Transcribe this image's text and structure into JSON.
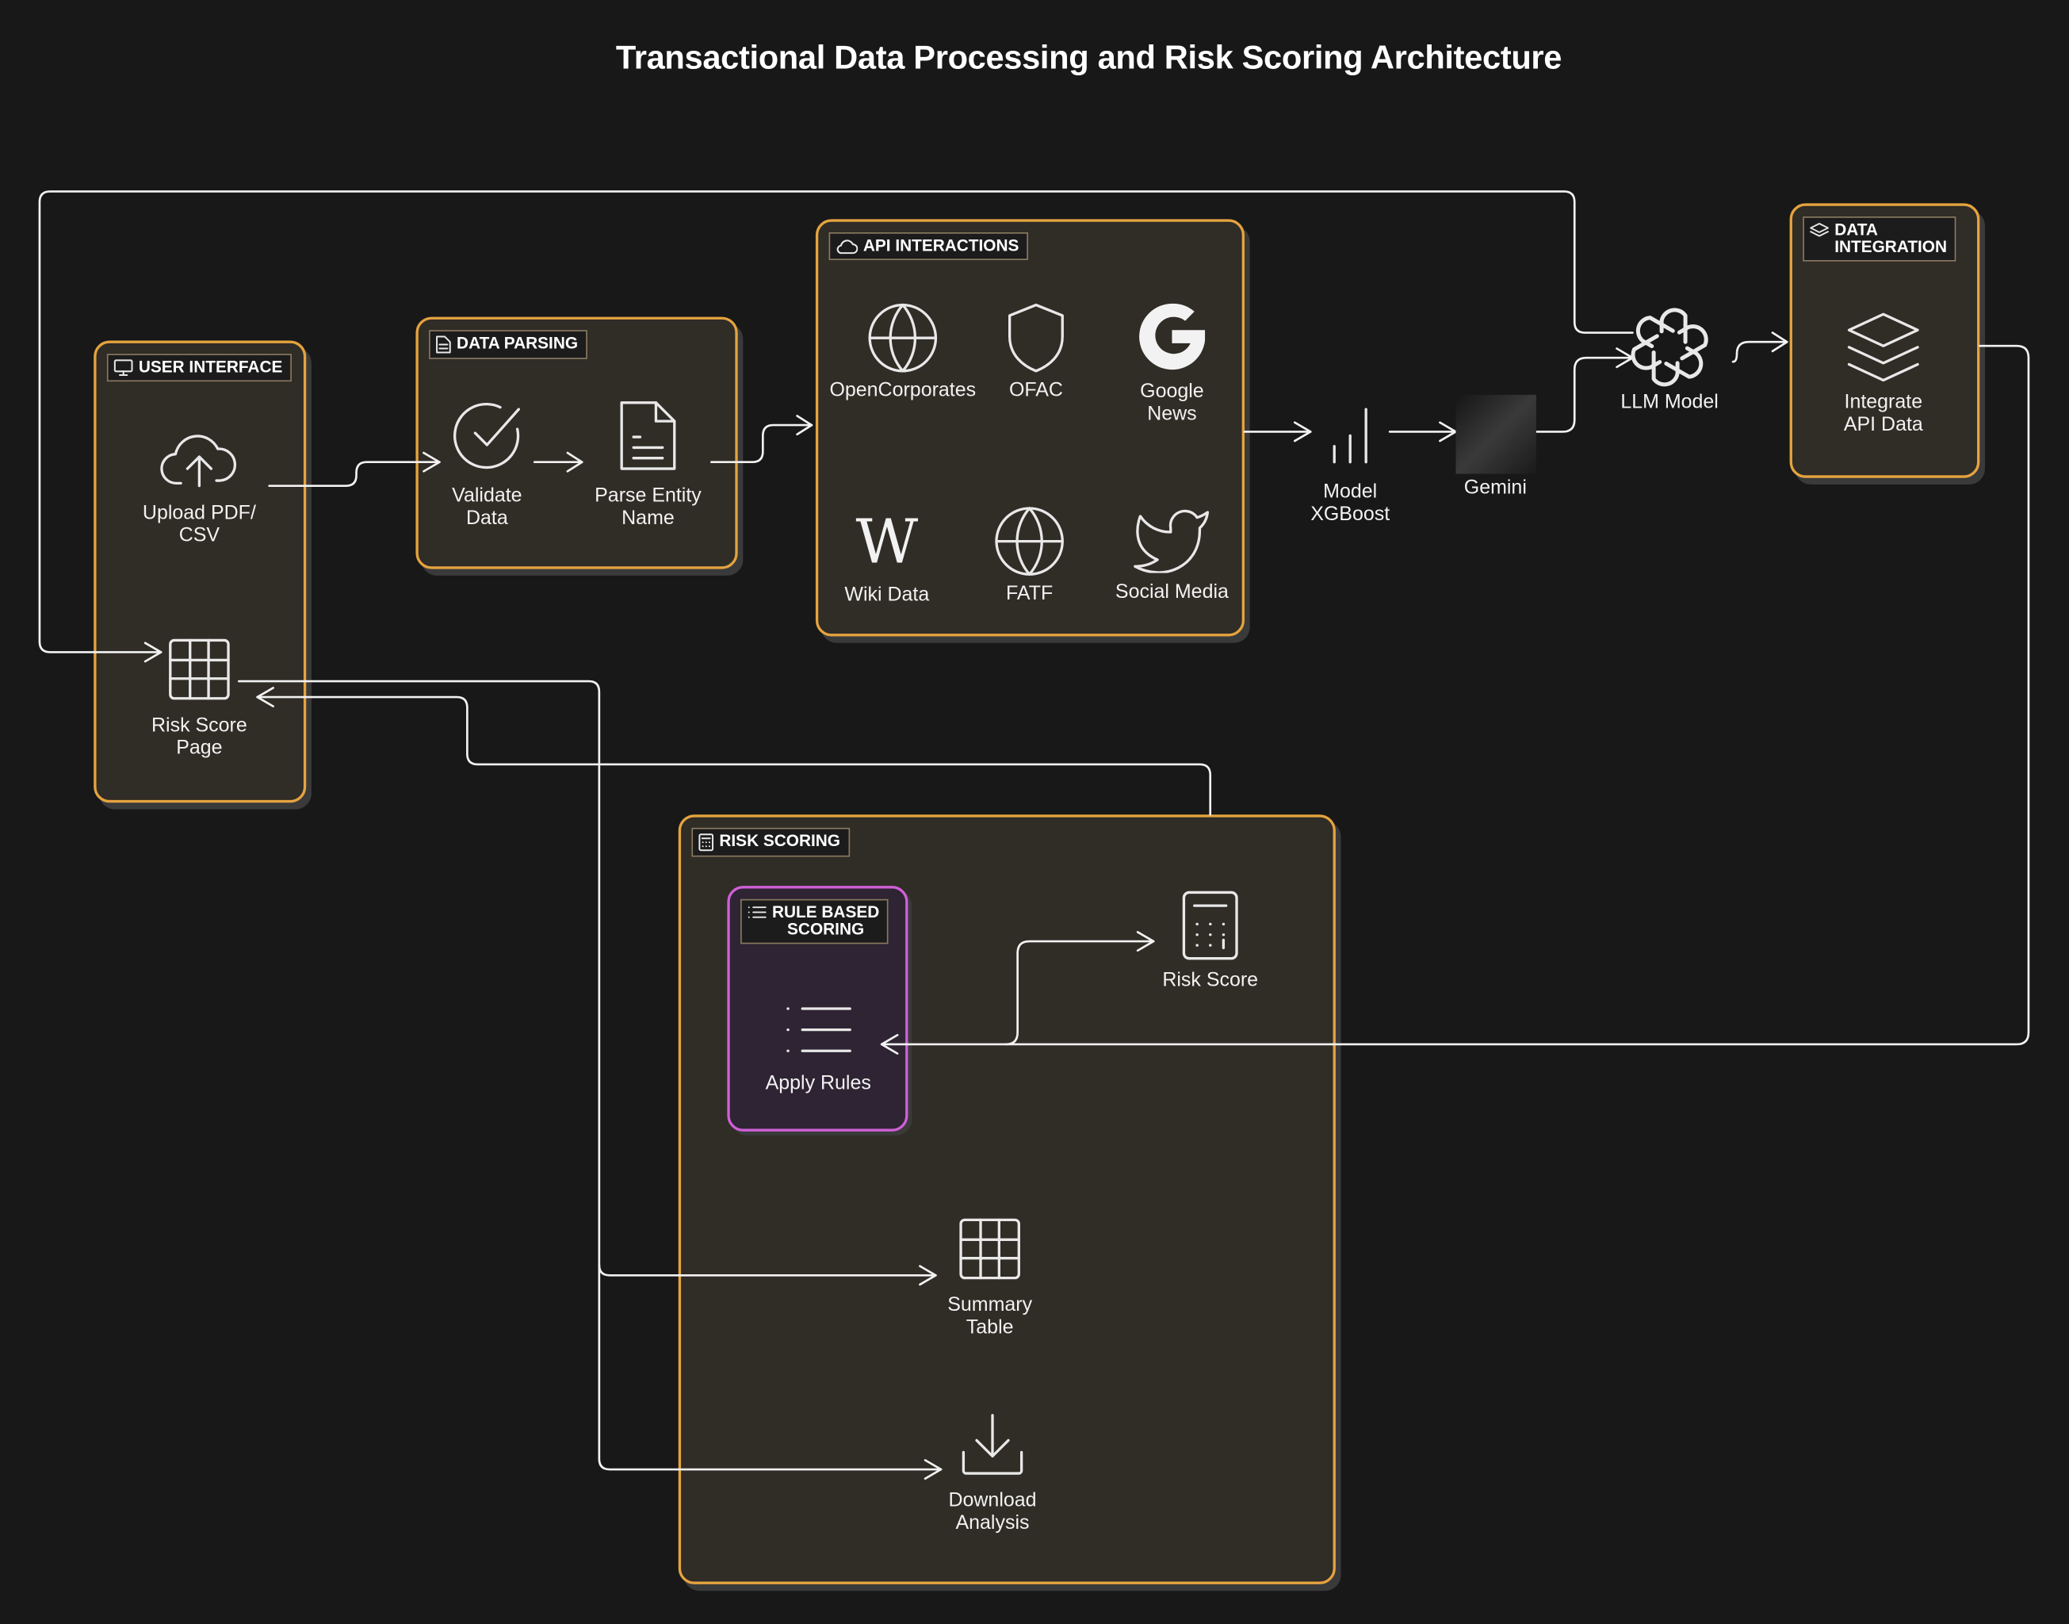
{
  "title": "Transactional Data Processing and Risk Scoring Architecture",
  "groups": {
    "user_interface": "USER INTERFACE",
    "data_parsing": "DATA PARSING",
    "api_interactions": "API INTERACTIONS",
    "data_integration": "DATA\nINTEGRATION",
    "risk_scoring": "RISK SCORING",
    "rule_based_scoring": "RULE BASED\nSCORING"
  },
  "nodes": {
    "upload": "Upload PDF/\nCSV",
    "risk_score_page": "Risk Score\nPage",
    "validate": "Validate\nData",
    "parse_entity": "Parse Entity\nName",
    "opencorporates": "OpenCorporates",
    "ofac": "OFAC",
    "google_news": "Google\nNews",
    "wiki_data": "Wiki Data",
    "fatf": "FATF",
    "social_media": "Social Media",
    "model_xgboost": "Model\nXGBoost",
    "gemini": "Gemini",
    "llm_model": "LLM Model",
    "integrate_api": "Integrate\nAPI Data",
    "apply_rules": "Apply Rules",
    "risk_score": "Risk Score",
    "summary_table": "Summary\nTable",
    "download_analysis": "Download\nAnalysis"
  },
  "colors": {
    "background": "#181818",
    "group_border": "#e5a33f",
    "group_fill": "#302c26",
    "rule_border": "#d05fd8",
    "rule_fill": "#2f2433",
    "line": "#f2f2f2"
  }
}
